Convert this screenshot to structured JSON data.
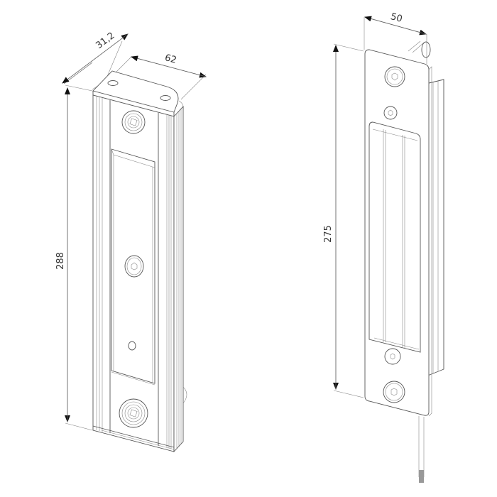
{
  "drawing": {
    "subject": "electromagnetic lock with armature plate, technical line drawing",
    "line_color": "#555555",
    "background": "#ffffff"
  },
  "left_view": {
    "name": "magnet body isometric view",
    "dimensions": {
      "depth": "31,2",
      "width": "62",
      "height": "288"
    }
  },
  "right_view": {
    "name": "armature plate front view",
    "dimensions": {
      "width": "50",
      "height": "275"
    }
  }
}
